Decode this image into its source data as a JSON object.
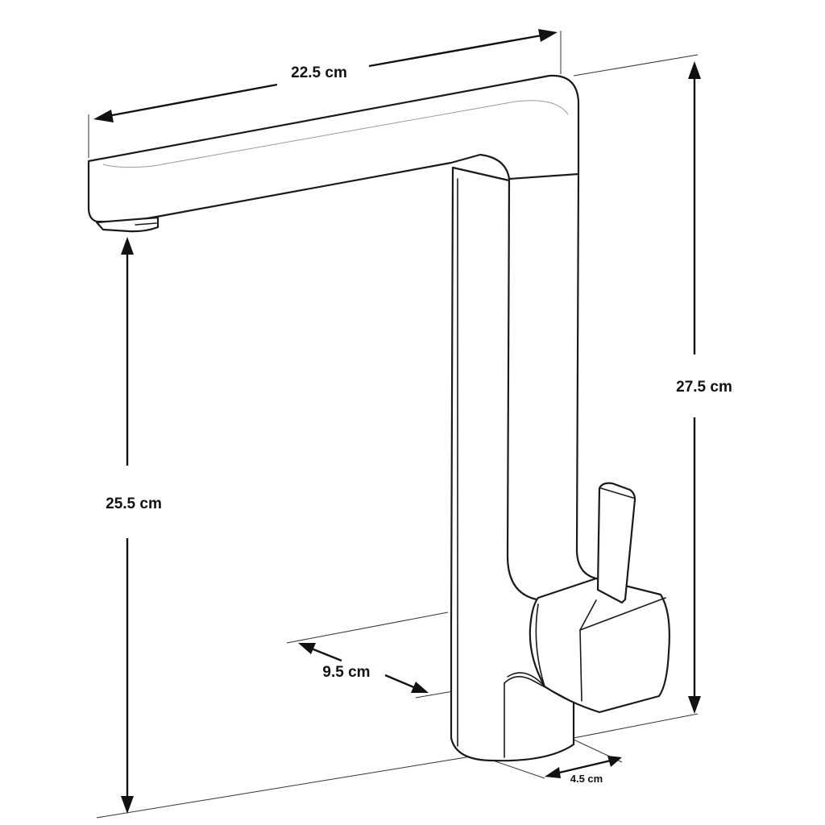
{
  "dimensions": {
    "spout_length": "22.5 cm",
    "spout_height": "25.5 cm",
    "total_height": "27.5 cm",
    "reach": "9.5 cm",
    "base_diameter": "4.5 cm"
  },
  "colors": {
    "line": "#1a1a1a",
    "background": "#ffffff"
  }
}
